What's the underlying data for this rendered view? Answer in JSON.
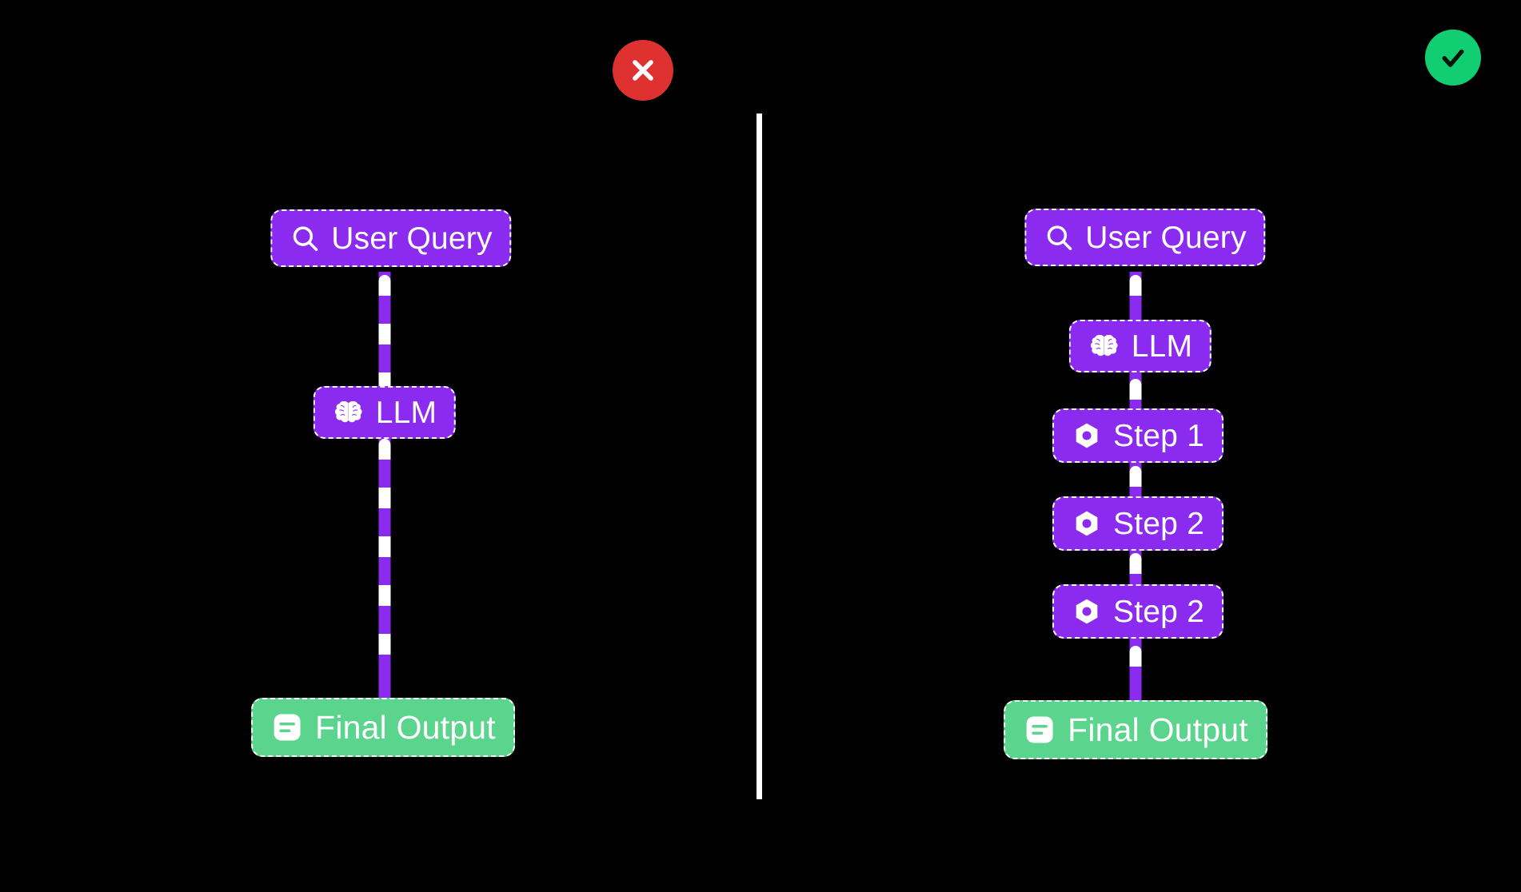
{
  "background_color": "#000000",
  "divider": {
    "color": "#FFFFFF"
  },
  "colors": {
    "purple_node": "#8C2BF0",
    "green_node": "#5BD48D",
    "fail_badge": "#E03131",
    "pass_badge": "#12CE72",
    "edge": "#8C2BF0",
    "edge_dash": "#FFFFFF"
  },
  "badges": {
    "fail": {
      "icon": "x-mark-icon",
      "color": "#E03131",
      "meaning": "incorrect"
    },
    "pass": {
      "icon": "check-mark-icon",
      "color": "#12CE72",
      "meaning": "correct"
    }
  },
  "left_flow": {
    "title": "",
    "nodes": [
      {
        "label": "User Query",
        "icon": "search-icon",
        "type": "purple"
      },
      {
        "label": "LLM",
        "icon": "brain-icon",
        "type": "purple"
      },
      {
        "label": "Final Output",
        "icon": "document-icon",
        "type": "green"
      }
    ]
  },
  "right_flow": {
    "title": "",
    "nodes": [
      {
        "label": "User Query",
        "icon": "search-icon",
        "type": "purple"
      },
      {
        "label": "LLM",
        "icon": "brain-icon",
        "type": "purple"
      },
      {
        "label": "Step 1",
        "icon": "nut-icon",
        "type": "purple"
      },
      {
        "label": "Step 2",
        "icon": "nut-icon",
        "type": "purple"
      },
      {
        "label": "Step 2",
        "icon": "nut-icon",
        "type": "purple"
      },
      {
        "label": "Final Output",
        "icon": "document-icon",
        "type": "green"
      }
    ]
  }
}
